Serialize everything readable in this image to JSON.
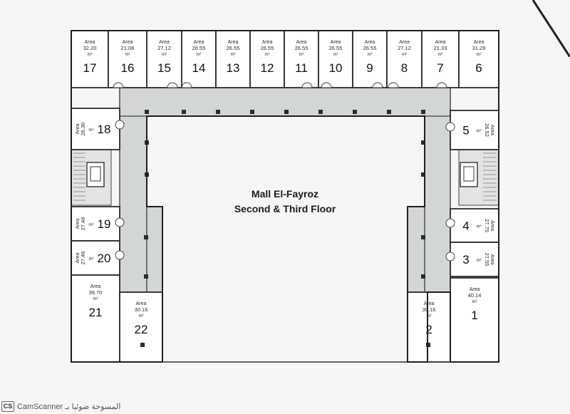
{
  "plan": {
    "title": "Mall El-Fayroz",
    "subtitle": "Second & Third Floor",
    "area_word": "Area",
    "unit_symbol": "m²"
  },
  "units": [
    {
      "number": "17",
      "area": "32.20"
    },
    {
      "number": "16",
      "area": "21.06"
    },
    {
      "number": "15",
      "area": "27.12"
    },
    {
      "number": "14",
      "area": "26.55"
    },
    {
      "number": "13",
      "area": "26.55"
    },
    {
      "number": "12",
      "area": "26.55"
    },
    {
      "number": "11",
      "area": "26.55"
    },
    {
      "number": "10",
      "area": "26.55"
    },
    {
      "number": "9",
      "area": "26.55"
    },
    {
      "number": "8",
      "area": "27.12"
    },
    {
      "number": "7",
      "area": "21.33"
    },
    {
      "number": "6",
      "area": "31.29"
    },
    {
      "number": "18",
      "area": "26.30"
    },
    {
      "number": "5",
      "area": "26.52"
    },
    {
      "number": "19",
      "area": "27.46"
    },
    {
      "number": "4",
      "area": "27.75"
    },
    {
      "number": "20",
      "area": "27.46"
    },
    {
      "number": "3",
      "area": "27.55"
    },
    {
      "number": "21",
      "area": "39.70"
    },
    {
      "number": "22",
      "area": "30.16"
    },
    {
      "number": "2",
      "area": "30.16"
    },
    {
      "number": "1",
      "area": "40.14"
    }
  ],
  "footer": {
    "badge": "CS",
    "text": "CamScanner المسوحة ضوئيا بـ"
  }
}
